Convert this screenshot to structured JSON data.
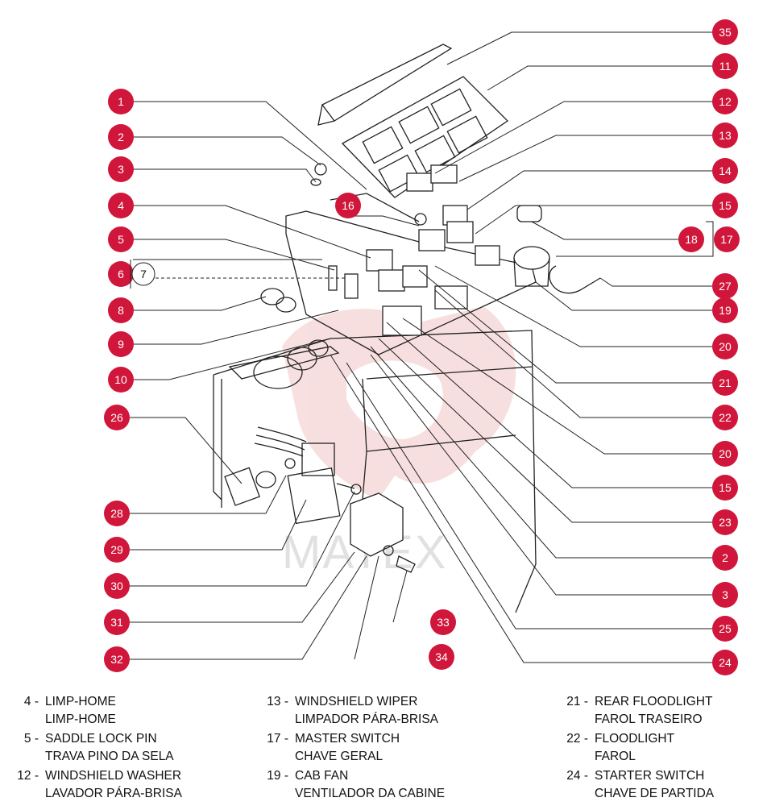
{
  "callouts": [
    {
      "number": "1",
      "id": "c1"
    },
    {
      "number": "2",
      "id": "c2-left"
    },
    {
      "number": "3",
      "id": "c3-left"
    },
    {
      "number": "4",
      "id": "c4"
    },
    {
      "number": "5",
      "id": "c5"
    },
    {
      "number": "6",
      "id": "c6"
    },
    {
      "number": "7",
      "id": "c7"
    },
    {
      "number": "8",
      "id": "c8"
    },
    {
      "number": "9",
      "id": "c9"
    },
    {
      "number": "10",
      "id": "c10"
    },
    {
      "number": "26",
      "id": "c26"
    },
    {
      "number": "28",
      "id": "c28"
    },
    {
      "number": "29",
      "id": "c29"
    },
    {
      "number": "30",
      "id": "c30"
    },
    {
      "number": "31",
      "id": "c31"
    },
    {
      "number": "32",
      "id": "c32"
    },
    {
      "number": "34",
      "id": "c34"
    },
    {
      "number": "33",
      "id": "c33"
    },
    {
      "number": "16",
      "id": "c16"
    },
    {
      "number": "35",
      "id": "c35"
    },
    {
      "number": "11",
      "id": "c11"
    },
    {
      "number": "12",
      "id": "c12"
    },
    {
      "number": "13",
      "id": "c13"
    },
    {
      "number": "14",
      "id": "c14"
    },
    {
      "number": "15",
      "id": "c15-top"
    },
    {
      "number": "18",
      "id": "c18"
    },
    {
      "number": "17",
      "id": "c17"
    },
    {
      "number": "27",
      "id": "c27"
    },
    {
      "number": "19",
      "id": "c19"
    },
    {
      "number": "20",
      "id": "c20-top"
    },
    {
      "number": "21",
      "id": "c21"
    },
    {
      "number": "22",
      "id": "c22"
    },
    {
      "number": "20",
      "id": "c20-bottom"
    },
    {
      "number": "15",
      "id": "c15-bottom"
    },
    {
      "number": "23",
      "id": "c23"
    },
    {
      "number": "2",
      "id": "c2-right"
    },
    {
      "number": "3",
      "id": "c3-right"
    },
    {
      "number": "25",
      "id": "c25"
    },
    {
      "number": "24",
      "id": "c24"
    }
  ],
  "watermark": "MATEX",
  "legend": {
    "columns": [
      [
        {
          "code": "4 -",
          "en": "LIMP-HOME",
          "pt": "LIMP-HOME"
        },
        {
          "code": "5 -",
          "en": "SADDLE LOCK PIN",
          "pt": "TRAVA PINO DA SELA"
        },
        {
          "code": "12 -",
          "en": "WINDSHIELD WASHER",
          "pt": "LAVADOR PÁRA-BRISA"
        }
      ],
      [
        {
          "code": "13 -",
          "en": "WINDSHIELD WIPER",
          "pt": "LIMPADOR PÁRA-BRISA"
        },
        {
          "code": "17 -",
          "en": "MASTER SWITCH",
          "pt": "CHAVE GERAL"
        },
        {
          "code": "19 -",
          "en": "CAB FAN",
          "pt": "VENTILADOR DA CABINE"
        }
      ],
      [
        {
          "code": "21 -",
          "en": "REAR FLOODLIGHT",
          "pt": "FAROL TRASEIRO"
        },
        {
          "code": "22 -",
          "en": "FLOODLIGHT",
          "pt": "FAROL"
        },
        {
          "code": "24 -",
          "en": "STARTER SWITCH",
          "pt": "CHAVE DE PARTIDA"
        }
      ]
    ]
  },
  "colors": {
    "callout": "#d0163a",
    "line": "#222222",
    "watermark": "#e8c3c3"
  }
}
